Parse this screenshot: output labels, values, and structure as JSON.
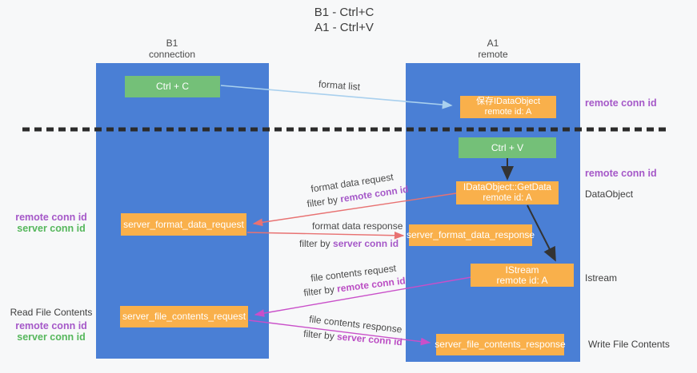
{
  "title": {
    "line1": "B1 - Ctrl+C",
    "line2": "A1 - Ctrl+V"
  },
  "lanes": {
    "b1": {
      "name": "B1",
      "subtitle": "connection"
    },
    "a1": {
      "name": "A1",
      "subtitle": "remote"
    }
  },
  "nodes": {
    "ctrl_c": {
      "label": "Ctrl + C"
    },
    "save_dataobject": {
      "line1": "保存IDataObject",
      "line2": "remote id: A"
    },
    "ctrl_v": {
      "label": "Ctrl + V"
    },
    "getdata": {
      "line1": "IDataObject::GetData",
      "line2": "remote id: A"
    },
    "format_request": {
      "label": "server_format_data_request"
    },
    "format_response": {
      "label": "server_format_data_response"
    },
    "istream": {
      "line1": "IStream",
      "line2": "remote id: A"
    },
    "file_request": {
      "label": "server_file_contents_request"
    },
    "file_response": {
      "label": "server_file_contents_response"
    }
  },
  "flow_labels": {
    "format_list": "format list",
    "format_data_request": "format data request",
    "format_data_request_filter_prefix": "filter by ",
    "format_data_request_filter_key": "remote conn id",
    "format_data_response": "format data response",
    "format_data_response_filter_prefix": "filter by ",
    "format_data_response_filter_key": "server conn id",
    "file_contents_request": "file contents request",
    "file_contents_request_filter_prefix": "filter by ",
    "file_contents_request_filter_key": "remote conn id",
    "file_contents_response": "file contents response",
    "file_contents_response_filter_prefix": "filter by ",
    "file_contents_response_filter_key": "server conn id"
  },
  "side_labels": {
    "right_remote_conn_id_top": "remote conn id",
    "right_remote_conn_id_mid": "remote conn id",
    "right_dataobject": "DataObject",
    "right_istream": "Istream",
    "right_write_file_contents": "Write File Contents",
    "left_remote_conn_id_1": "remote conn id",
    "left_server_conn_id_1": "server conn id",
    "left_read_file_contents": "Read File Contents",
    "left_remote_conn_id_2": "remote conn id",
    "left_server_conn_id_2": "server conn id"
  },
  "colors": {
    "lane_blue": "#4a7fd5",
    "box_green": "#74c078",
    "box_orange": "#f9b04b",
    "arrow_lightblue": "#a9d0ee",
    "arrow_red": "#e87272",
    "arrow_magenta": "#c94fc9",
    "arrow_black": "#333333",
    "text_purple": "#a558c8",
    "text_green": "#56b75c",
    "text_magenta": "#bb4ec4"
  }
}
